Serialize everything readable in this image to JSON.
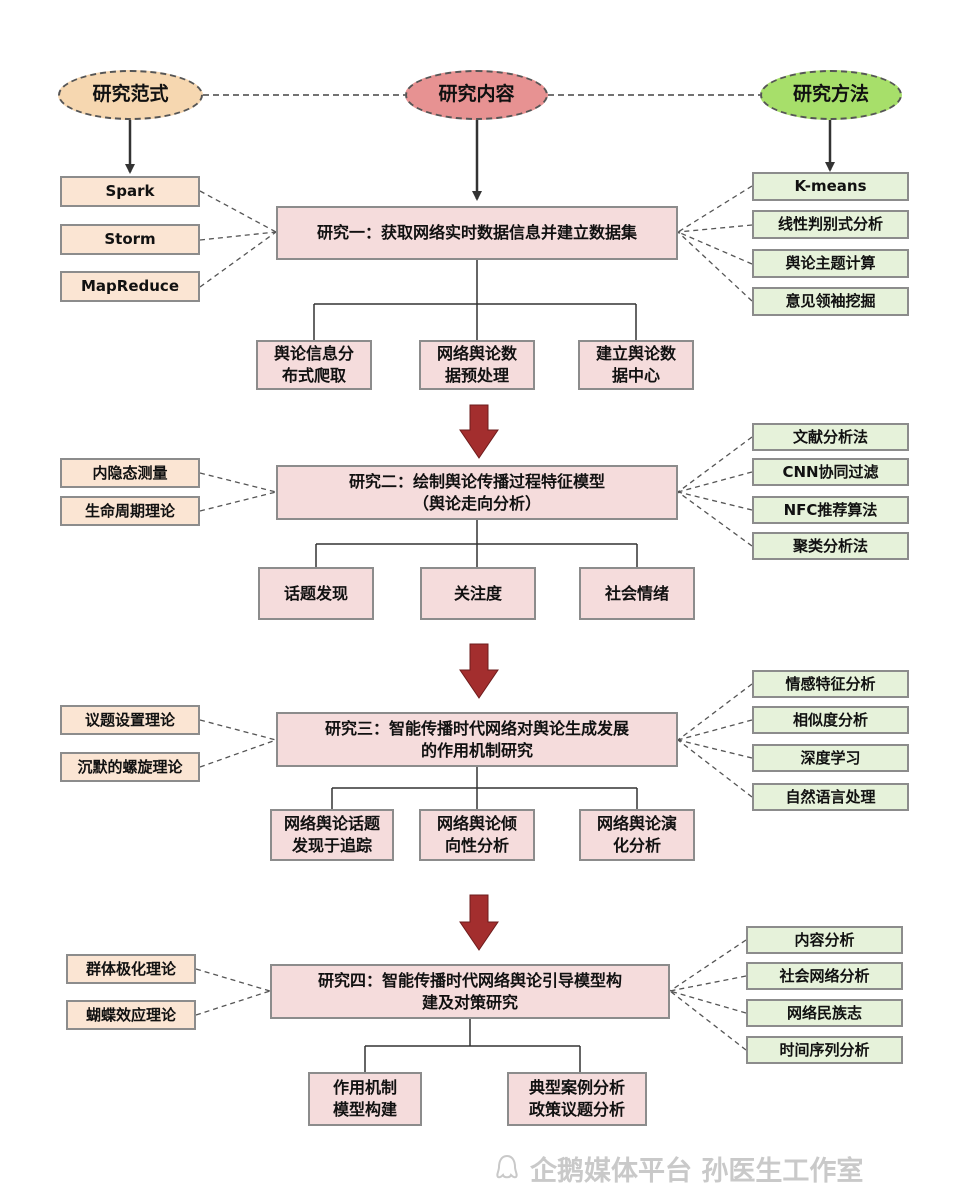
{
  "header": {
    "paradigm": "研究范式",
    "content": "研究内容",
    "method": "研究方法"
  },
  "colors": {
    "paradigm_fill": "#f6d7b0",
    "content_fill": "#e79292",
    "method_fill": "#a7df6a",
    "left_box_fill": "#fbe5d3",
    "right_box_fill": "#e6f2da",
    "main_box_fill": "#f5dcdc",
    "big_arrow": "#a32e2e"
  },
  "study1": {
    "title": "研究一：获取网络实时数据信息并建立数据集",
    "left": [
      "Spark",
      "Storm",
      "MapReduce"
    ],
    "right": [
      "K-means",
      "线性判别式分析",
      "舆论主题计算",
      "意见领袖挖掘"
    ],
    "subs": [
      [
        "舆论信息分",
        "布式爬取"
      ],
      [
        "网络舆论数",
        "据预处理"
      ],
      [
        "建立舆论数",
        "据中心"
      ]
    ]
  },
  "study2": {
    "title_line1": "研究二：绘制舆论传播过程特征模型",
    "title_line2": "（舆论走向分析）",
    "left": [
      "内隐态测量",
      "生命周期理论"
    ],
    "right": [
      "文献分析法",
      "CNN协同过滤",
      "NFC推荐算法",
      "聚类分析法"
    ],
    "subs": [
      "话题发现",
      "关注度",
      "社会情绪"
    ]
  },
  "study3": {
    "title_line1": "研究三：智能传播时代网络对舆论生成发展",
    "title_line2": "的作用机制研究",
    "left": [
      "议题设置理论",
      "沉默的螺旋理论"
    ],
    "right": [
      "情感特征分析",
      "相似度分析",
      "深度学习",
      "自然语言处理"
    ],
    "subs": [
      [
        "网络舆论话题",
        "发现于追踪"
      ],
      [
        "网络舆论倾",
        "向性分析"
      ],
      [
        "网络舆论演",
        "化分析"
      ]
    ]
  },
  "study4": {
    "title_line1": "研究四：智能传播时代网络舆论引导模型构",
    "title_line2": "建及对策研究",
    "left": [
      "群体极化理论",
      "蝴蝶效应理论"
    ],
    "right": [
      "内容分析",
      "社会网络分析",
      "网络民族志",
      "时间序列分析"
    ],
    "subs": [
      [
        "作用机制",
        "模型构建"
      ],
      [
        "典型案例分析",
        "政策议题分析"
      ]
    ]
  },
  "watermark": "企鹅媒体平台 孙医生工作室"
}
